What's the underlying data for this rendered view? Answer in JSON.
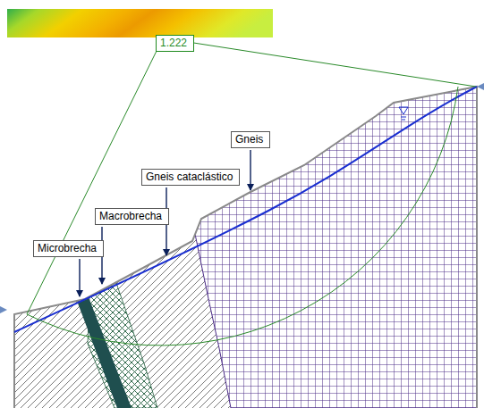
{
  "diagram": {
    "nodes": [
      {
        "text": [
          "1.222"
        ]
      },
      {
        "text": [
          "Gneis"
        ]
      },
      {
        "text": [
          "Gneis cataclástico"
        ]
      },
      {
        "text": [
          "Macrobrecha"
        ]
      },
      {
        "text": [
          "Microbrecha"
        ]
      }
    ]
  }
}
